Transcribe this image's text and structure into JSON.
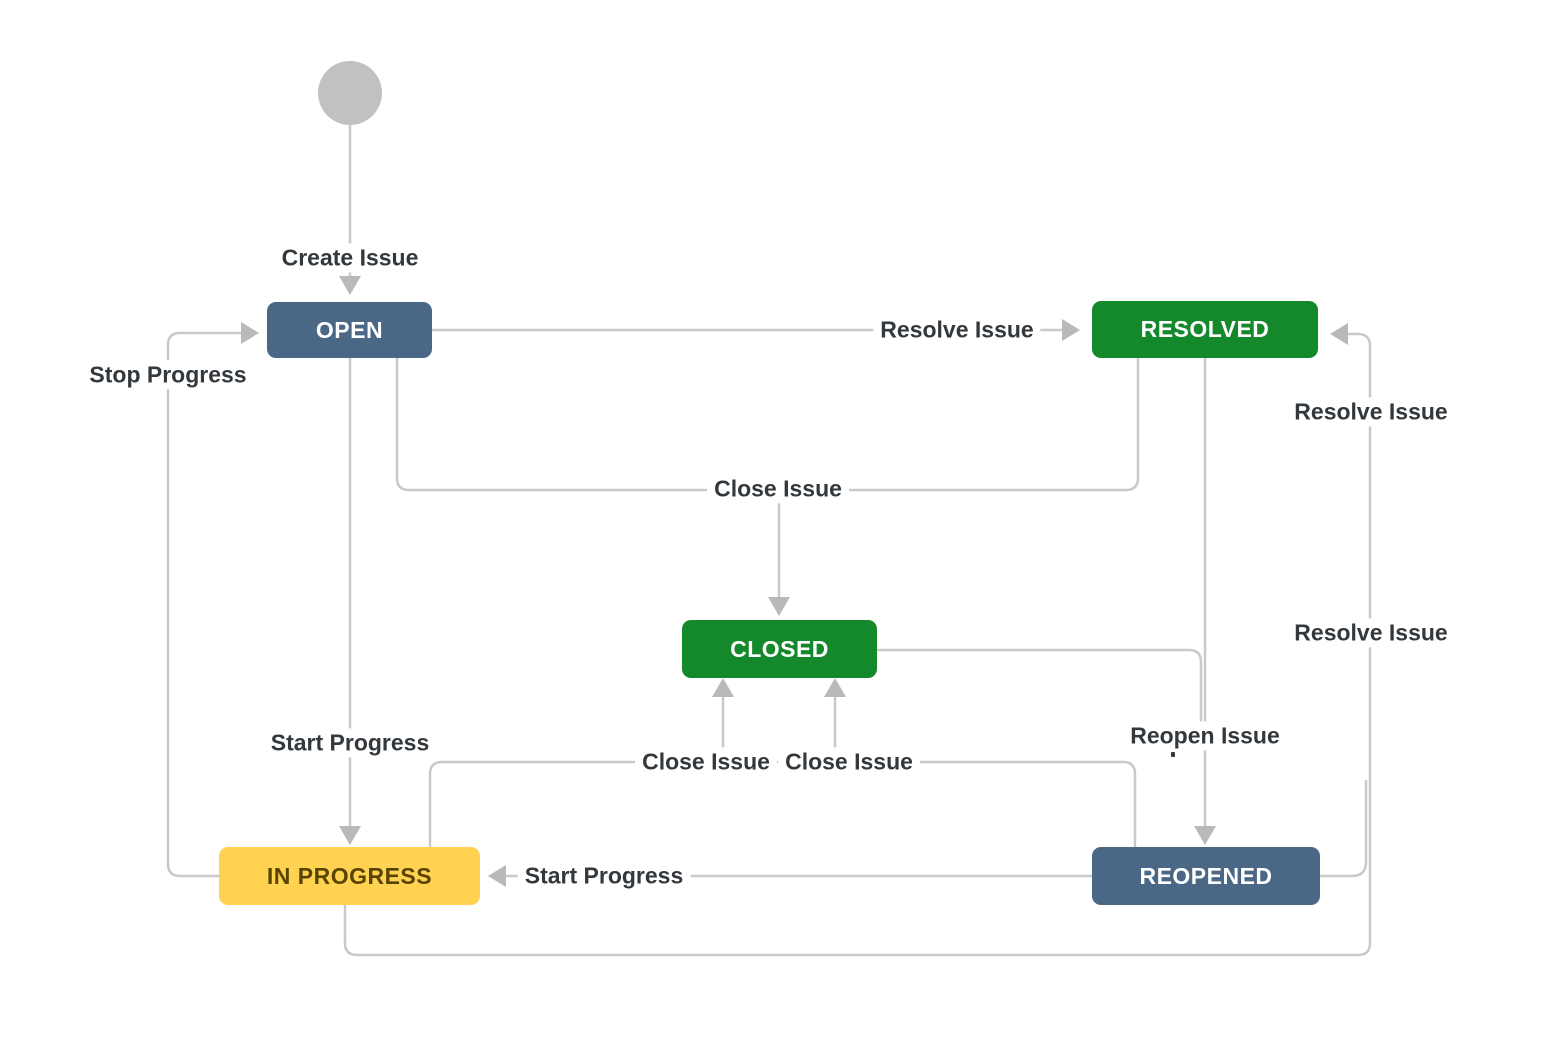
{
  "diagram": {
    "type": "workflow-state-diagram",
    "start_node": {
      "name": "start"
    },
    "nodes": {
      "open": {
        "label": "OPEN",
        "color": "#4a6785",
        "text_color": "#ffffff"
      },
      "resolved": {
        "label": "RESOLVED",
        "color": "#14892c",
        "text_color": "#ffffff"
      },
      "closed": {
        "label": "CLOSED",
        "color": "#14892c",
        "text_color": "#ffffff"
      },
      "in_progress": {
        "label": "IN PROGRESS",
        "color": "#ffd351",
        "text_color": "#594300"
      },
      "reopened": {
        "label": "REOPENED",
        "color": "#4a6785",
        "text_color": "#ffffff"
      }
    },
    "transitions": [
      {
        "from": "start",
        "to": "open",
        "label": "Create Issue"
      },
      {
        "from": "open",
        "to": "resolved",
        "label": "Resolve Issue"
      },
      {
        "from": "open",
        "to": "closed",
        "label": "Close Issue"
      },
      {
        "from": "resolved",
        "to": "closed",
        "label": "Close Issue"
      },
      {
        "from": "resolved",
        "to": "reopened",
        "label": "Reopen Issue"
      },
      {
        "from": "closed",
        "to": "reopened",
        "label": "Reopen Issue"
      },
      {
        "from": "open",
        "to": "in_progress",
        "label": "Start Progress"
      },
      {
        "from": "in_progress",
        "to": "open",
        "label": "Stop Progress"
      },
      {
        "from": "in_progress",
        "to": "closed",
        "label": "Close Issue"
      },
      {
        "from": "reopened",
        "to": "closed",
        "label": "Close Issue"
      },
      {
        "from": "reopened",
        "to": "in_progress",
        "label": "Start Progress"
      },
      {
        "from": "in_progress",
        "to": "resolved",
        "label": "Resolve Issue"
      },
      {
        "from": "reopened",
        "to": "resolved",
        "label": "Resolve Issue"
      }
    ],
    "colors": {
      "line": "#c9c9c9",
      "arrow": "#b9b9b9",
      "label_text": "#33383d",
      "start_circle": "#c1c1c1",
      "background": "#ffffff"
    }
  }
}
